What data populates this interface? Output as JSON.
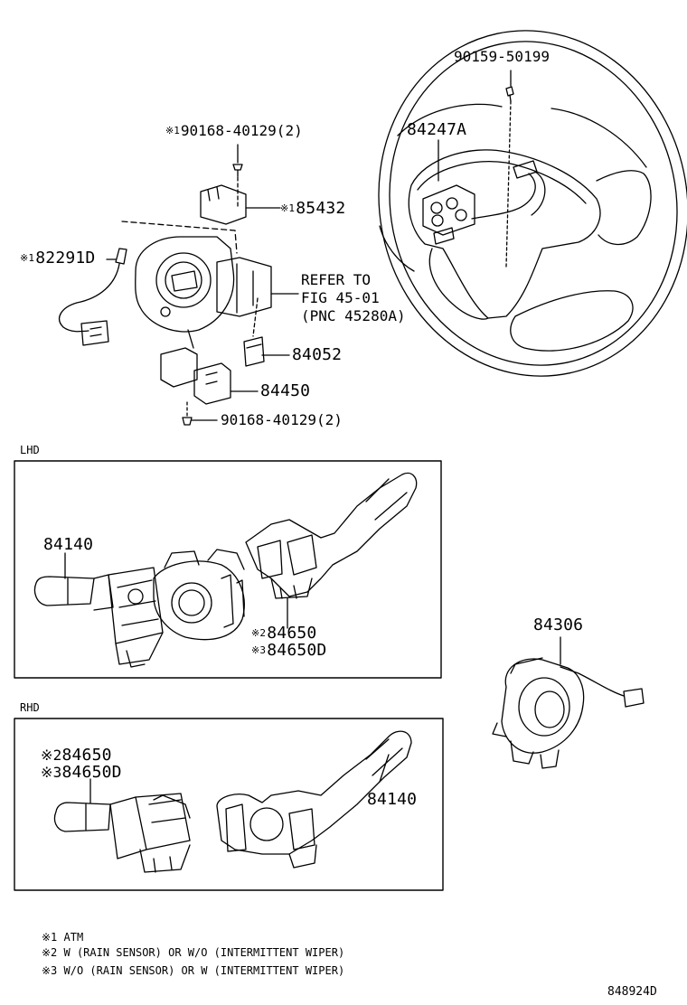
{
  "labels": {
    "bolt_steering": "90159-50199",
    "steering_switch": "84247A",
    "screw_top_mark": "※1",
    "screw_top": "90168-40129(2)",
    "part_85432_mark": "※1",
    "part_85432": "85432",
    "part_82291d_mark": "※1",
    "part_82291d": "82291D",
    "refer_line1": "REFER TO",
    "refer_line2": "FIG 45-01",
    "refer_line3": "(PNC 45280A)",
    "part_84052": "84052",
    "part_84450": "84450",
    "screw_bottom": "90168-40129(2)",
    "part_84306": "84306"
  },
  "lhd": {
    "title": "LHD",
    "p84140": "84140",
    "p84650_mark": "※2",
    "p84650": "84650",
    "p84650d_mark": "※3",
    "p84650d": "84650D"
  },
  "rhd": {
    "title": "RHD",
    "p84650_mark": "※2",
    "p84650": "84650",
    "p84650d_mark": "※3",
    "p84650d": "84650D",
    "p84140": "84140"
  },
  "notes": [
    "※1 ATM",
    "※2 W (RAIN SENSOR) OR W/O (INTERMITTENT WIPER)",
    "※3 W/O (RAIN SENSOR) OR W (INTERMITTENT WIPER)"
  ],
  "figure_code": "848924D"
}
